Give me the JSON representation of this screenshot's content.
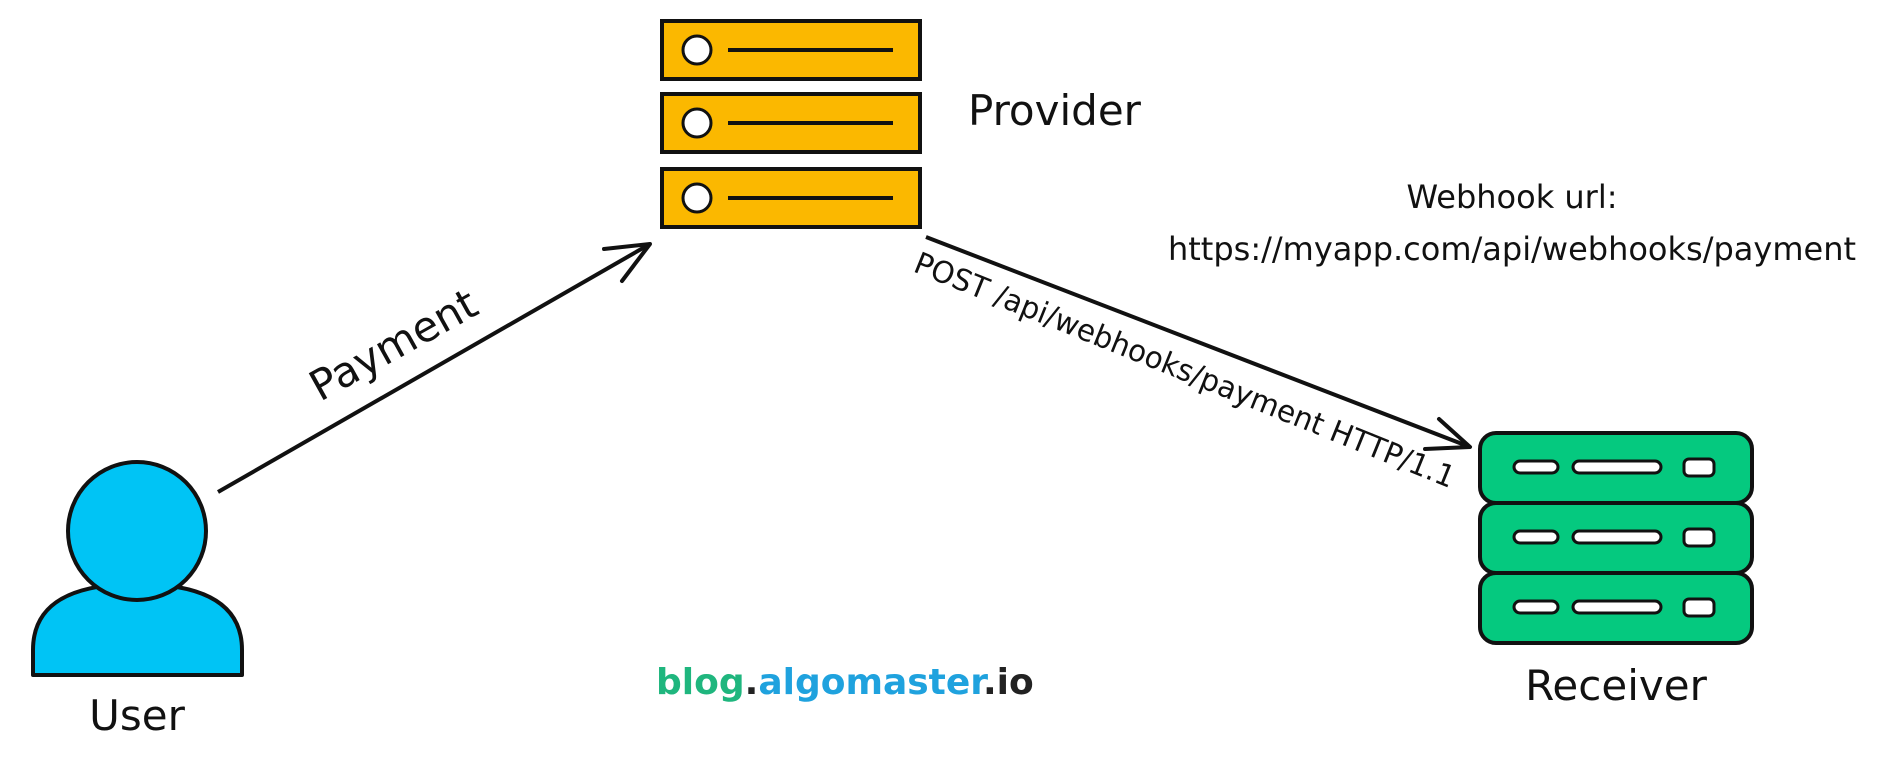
{
  "nodes": {
    "provider": {
      "label": "Provider",
      "icon": "server-rack-icon",
      "color": "#FBB800"
    },
    "receiver": {
      "label": "Receiver",
      "icon": "server-rack-icon",
      "color": "#05C97F"
    },
    "user": {
      "label": "User",
      "icon": "user-icon",
      "color": "#00C4F5"
    }
  },
  "edges": {
    "payment": {
      "label": "Payment",
      "from": "user",
      "to": "provider"
    },
    "webhook": {
      "label": "POST /api/webhooks/payment HTTP/1.1",
      "from": "provider",
      "to": "receiver"
    }
  },
  "webhook_info": {
    "title": "Webhook url:",
    "url": "https://myapp.com/api/webhooks/payment"
  },
  "brand": {
    "part1": "blog",
    "dot1": ".",
    "part2": "algomaster",
    "dot2": ".",
    "part3": "io",
    "color1": "#1FB67E",
    "color2": "#1FA2DE",
    "color3": "#222222"
  },
  "colors": {
    "stroke": "#111111",
    "background": "#ffffff"
  }
}
